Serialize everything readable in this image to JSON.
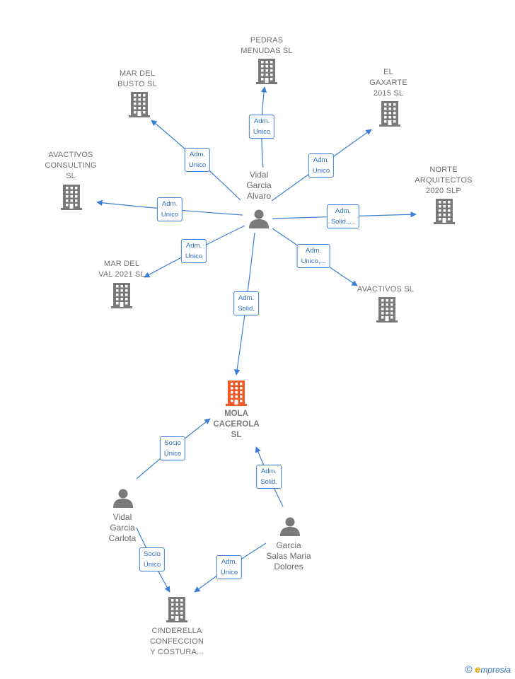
{
  "nodes": [
    {
      "id": "vidal_alvaro",
      "kind": "person",
      "label": "Vidal\nGarcia\nAlvaro"
    },
    {
      "id": "pedras",
      "kind": "company",
      "label": "PEDRAS\nMENUDAS  SL"
    },
    {
      "id": "mar_busto",
      "kind": "company",
      "label": "MAR DEL\nBUSTO  SL"
    },
    {
      "id": "gaxarte",
      "kind": "company",
      "label": "EL\nGAXARTE\n2015  SL"
    },
    {
      "id": "avactivos_consulting",
      "kind": "company",
      "label": "AVACTIVOS\nCONSULTING\nSL"
    },
    {
      "id": "norte",
      "kind": "company",
      "label": "NORTE\nARQUITECTOS\n2020  SLP"
    },
    {
      "id": "mar_val",
      "kind": "company",
      "label": "MAR DEL\nVAL 2021  SL"
    },
    {
      "id": "avactivos_sl",
      "kind": "company",
      "label": "AVACTIVOS SL"
    },
    {
      "id": "mola",
      "kind": "main",
      "label": "MOLA\nCACEROLA\nSL"
    },
    {
      "id": "vidal_carlota",
      "kind": "person",
      "label": "Vidal\nGarcia\nCarlota"
    },
    {
      "id": "garcia_salas",
      "kind": "person",
      "label": "Garcia\nSalas Maria\nDolores"
    },
    {
      "id": "cinderella",
      "kind": "company",
      "label": "CINDERELLA\nCONFECCION\nY COSTURA..."
    }
  ],
  "edges": [
    {
      "from": "vidal_alvaro",
      "to": "pedras",
      "label": "Adm.\nUnico"
    },
    {
      "from": "vidal_alvaro",
      "to": "mar_busto",
      "label": "Adm.\nUnico"
    },
    {
      "from": "vidal_alvaro",
      "to": "gaxarte",
      "label": "Adm.\nUnico"
    },
    {
      "from": "vidal_alvaro",
      "to": "avactivos_consulting",
      "label": "Adm.\nUnico"
    },
    {
      "from": "vidal_alvaro",
      "to": "norte",
      "label": "Adm.\nSolid.,..."
    },
    {
      "from": "vidal_alvaro",
      "to": "mar_val",
      "label": "Adm.\nUnico"
    },
    {
      "from": "vidal_alvaro",
      "to": "avactivos_sl",
      "label": "Adm.\nUnico,..."
    },
    {
      "from": "vidal_alvaro",
      "to": "mola",
      "label": "Adm.\nSolid."
    },
    {
      "from": "vidal_carlota",
      "to": "mola",
      "label": "Socio\nÚnico"
    },
    {
      "from": "garcia_salas",
      "to": "mola",
      "label": "Adm.\nSolid."
    },
    {
      "from": "vidal_carlota",
      "to": "cinderella",
      "label": "Socio\nÚnico"
    },
    {
      "from": "garcia_salas",
      "to": "cinderella",
      "label": "Adm.\nUnico"
    }
  ],
  "colors": {
    "edge": "#3a7fd5",
    "building": "#7a7a7a",
    "main_building": "#f05a28",
    "person": "#7a7a7a"
  },
  "brand": {
    "symbol": "©",
    "initial": "e",
    "rest": "mpresia"
  }
}
